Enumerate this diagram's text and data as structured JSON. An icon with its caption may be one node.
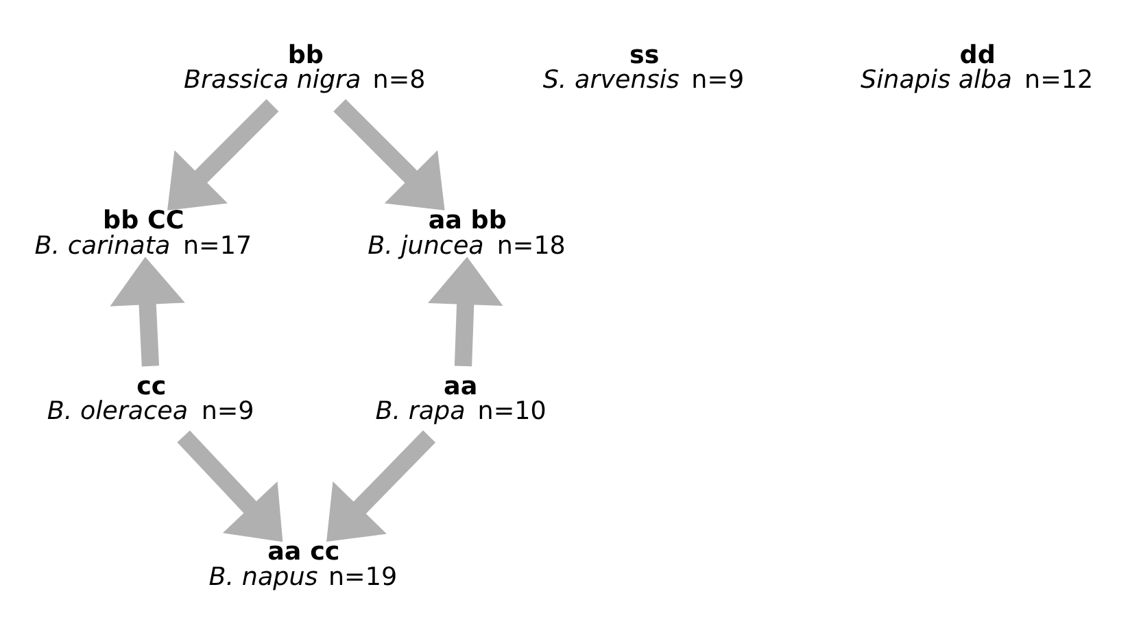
{
  "diagram": {
    "nodes": [
      {
        "text": [
          "bb",
          "*Brassica nigra* n=8"
        ]
      },
      {
        "text": [
          "ss",
          "*S. arvensis* n=9"
        ]
      },
      {
        "text": [
          "dd",
          "*Sinapis alba* n=12"
        ]
      },
      {
        "text": [
          "bb CC",
          "*B. carinata* n=17"
        ]
      },
      {
        "text": [
          "aa bb",
          "*B. juncea* n=18"
        ]
      },
      {
        "text": [
          "cc",
          "*B. oleracea* n=9"
        ]
      },
      {
        "text": [
          "aa cc",
          "*B. napus* n=19"
        ]
      },
      {
        "text": [
          "aa",
          "*B. rapa* n=10"
        ]
      }
    ],
    "edges": [
      {
        "from": 0,
        "to": 3,
        "arrow": "to"
      },
      {
        "from": 0,
        "to": 4,
        "arrow": "to"
      },
      {
        "from": 5,
        "to": 3,
        "arrow": "to"
      },
      {
        "from": 5,
        "to": 6,
        "arrow": "to"
      },
      {
        "from": 7,
        "to": 6,
        "arrow": "to"
      },
      {
        "from": 7,
        "to": 4,
        "arrow": "to"
      }
    ]
  }
}
